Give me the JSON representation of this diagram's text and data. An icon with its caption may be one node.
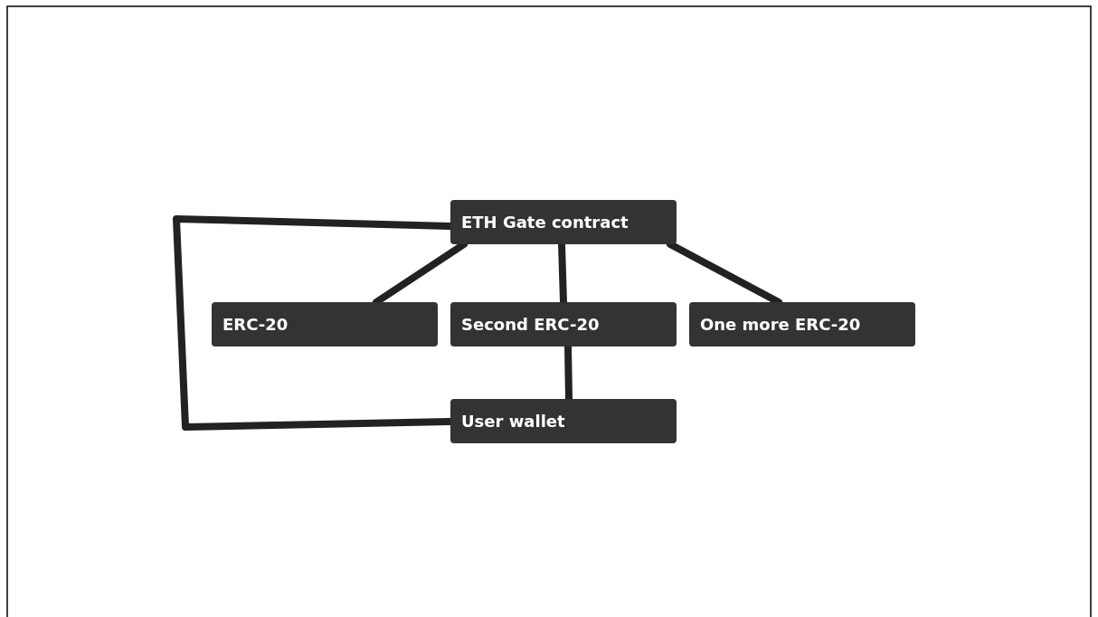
{
  "diagram": {
    "nodes": [
      {
        "text": [
          "ETH Gate contract"
        ]
      },
      {
        "text": [
          "ERC-20"
        ]
      },
      {
        "text": [
          "Second ERC-20"
        ]
      },
      {
        "text": [
          "One more ERC-20"
        ]
      },
      {
        "text": [
          "User wallet"
        ]
      }
    ],
    "edges": [
      {
        "from": 0,
        "to": 1,
        "arrow": "none"
      },
      {
        "from": 0,
        "to": 2,
        "arrow": "none"
      },
      {
        "from": 0,
        "to": 3,
        "arrow": "none"
      },
      {
        "from": 2,
        "to": 4,
        "arrow": "none"
      },
      {
        "from": 0,
        "to": 4,
        "arrow": "none"
      }
    ]
  }
}
